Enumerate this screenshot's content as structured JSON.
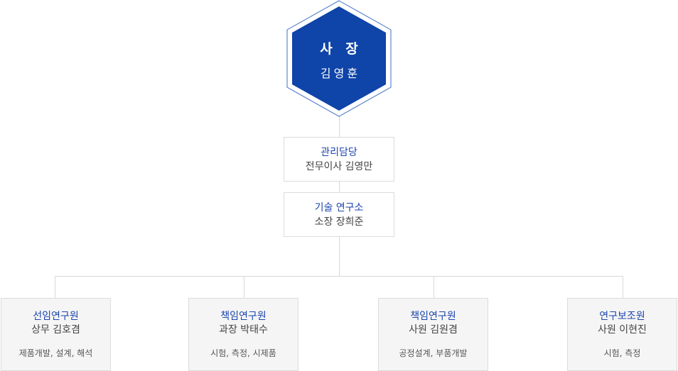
{
  "ceo": {
    "title": "사 장",
    "name": "김영훈",
    "fill_color": "#0f44a8",
    "outline_color": "#3e6cc6"
  },
  "management": {
    "role": "관리담당",
    "person": "전무이사 김영만"
  },
  "lab": {
    "role": "기술 연구소",
    "person": "소장 장희준"
  },
  "staff": [
    {
      "role": "선임연구원",
      "person": "상무 김호겸",
      "duty": "제품개발, 설계, 해석"
    },
    {
      "role": "책임연구원",
      "person": "과장 박태수",
      "duty": "시험, 측정, 시제품"
    },
    {
      "role": "책임연구원",
      "person": "사원 김원겸",
      "duty": "공정설계, 부품개발"
    },
    {
      "role": "연구보조원",
      "person": "사원 이현진",
      "duty": "시험, 측정"
    }
  ],
  "colors": {
    "accent": "#1d46ad",
    "line": "#d9d9d9",
    "card_bg": "#f5f5f5"
  }
}
